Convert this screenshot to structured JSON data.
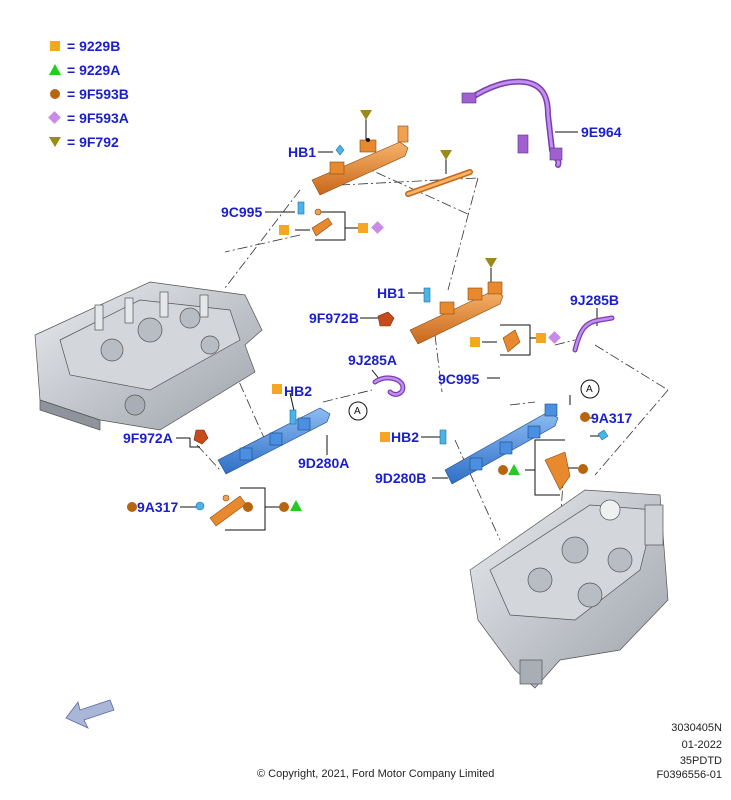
{
  "legend": [
    {
      "symbol": "square",
      "color": "#f5a623",
      "label": "9229B"
    },
    {
      "symbol": "triangle-up",
      "color": "#22cc22",
      "label": "9229A"
    },
    {
      "symbol": "circle",
      "color": "#b8650f",
      "label": "9F593B"
    },
    {
      "symbol": "diamond",
      "color": "#c98ae8",
      "label": "9F593A"
    },
    {
      "symbol": "triangle-down",
      "color": "#9a8a1a",
      "label": "9F792"
    }
  ],
  "callouts": {
    "hb1_top": "HB1",
    "part_9e964": "9E964",
    "part_9c995_left": "9C995",
    "hb1_mid": "HB1",
    "part_9f972b": "9F972B",
    "part_9j285b": "9J285B",
    "part_9c995_right": "9C995",
    "part_9j285a": "9J285A",
    "hb2_left": "HB2",
    "part_9f972a": "9F972A",
    "part_9d280a": "9D280A",
    "part_9a317_left": "9A317",
    "part_9a317_right": "9A317",
    "hb2_right": "HB2",
    "part_9d280b": "9D280B",
    "ref_a_left": "A",
    "ref_a_right": "A"
  },
  "metadata": {
    "code1": "3030405N",
    "date": "01-2022",
    "code2": "35PDTD",
    "figure": "F0396556-01",
    "copyright": "© Copyright, 2021, Ford Motor Company Limited"
  },
  "colors": {
    "label_blue": "#1a1fcc",
    "fuel_rail_orange": "#e8892e",
    "fuel_rail_blue": "#4a8fe0",
    "tube_purple": "#a060d0",
    "engine_gray": "#c9ccd2"
  }
}
